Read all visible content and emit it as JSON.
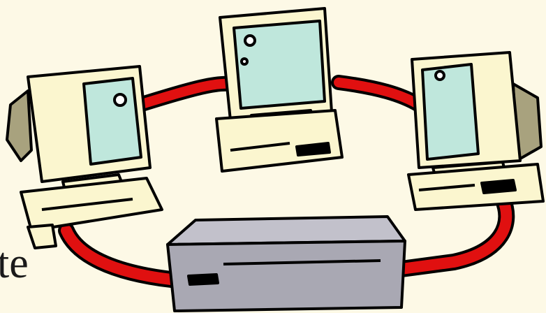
{
  "caption_fragment": "te",
  "colors": {
    "background": "#fdf9e6",
    "cable": "#e01010",
    "computer_case": "#fbf6cf",
    "screen": "#bfe7dc",
    "server": "#a9a8b3",
    "speaker_side": "#a8a27e",
    "outline": "#000000"
  },
  "icons": [
    "ring-network-illustration",
    "workstation-icon",
    "server-icon",
    "cable"
  ]
}
